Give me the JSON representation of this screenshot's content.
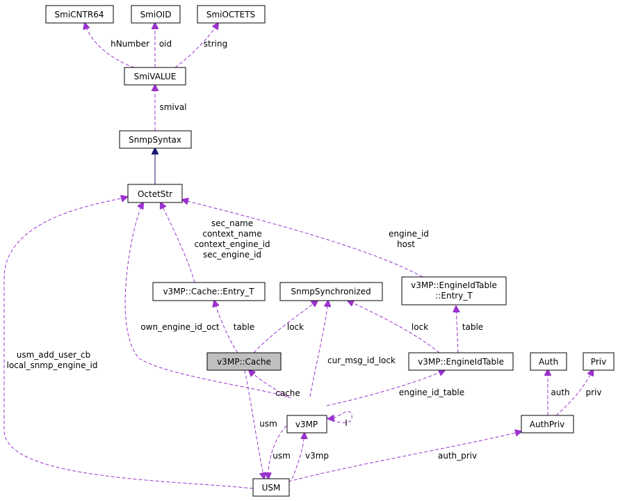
{
  "nodes": {
    "smicntr64": "SmiCNTR64",
    "smioid": "SmiOID",
    "smioctets": "SmiOCTETS",
    "smivalue": "SmiVALUE",
    "snmpsyntax": "SnmpSyntax",
    "octetstr": "OctetStr",
    "cache_entry": "v3MP::Cache::Entry_T",
    "snmpsync": "SnmpSynchronized",
    "engineid_entry_1": "v3MP::EngineIdTable",
    "engineid_entry_2": "::Entry_T",
    "cache": "v3MP::Cache",
    "engineidtable": "v3MP::EngineIdTable",
    "auth": "Auth",
    "priv": "Priv",
    "v3mp": "v3MP",
    "authpriv": "AuthPriv",
    "usm": "USM"
  },
  "edge_labels": {
    "hnumber": "hNumber",
    "oid": "oid",
    "string": "string",
    "smival": "smival",
    "octet_members": [
      "sec_name",
      "context_name",
      "context_engine_id",
      "sec_engine_id"
    ],
    "engine_host": [
      "engine_id",
      "host"
    ],
    "usm_members": [
      "usm_add_user_cb",
      "local_snmp_engine_id"
    ],
    "own_engine_id_oct": "own_engine_id_oct",
    "table_cache": "table",
    "lock_cache": "lock",
    "cur_msg_id_lock": "cur_msg_id_lock",
    "lock_engine": "lock",
    "table_engine": "table",
    "cache": "cache",
    "engine_id_table": "engine_id_table",
    "auth": "auth",
    "priv": "priv",
    "usm_cache": "usm",
    "self_loop": "I",
    "usm_v3mp": "usm",
    "v3mp": "v3mp",
    "auth_priv": "auth_priv"
  }
}
